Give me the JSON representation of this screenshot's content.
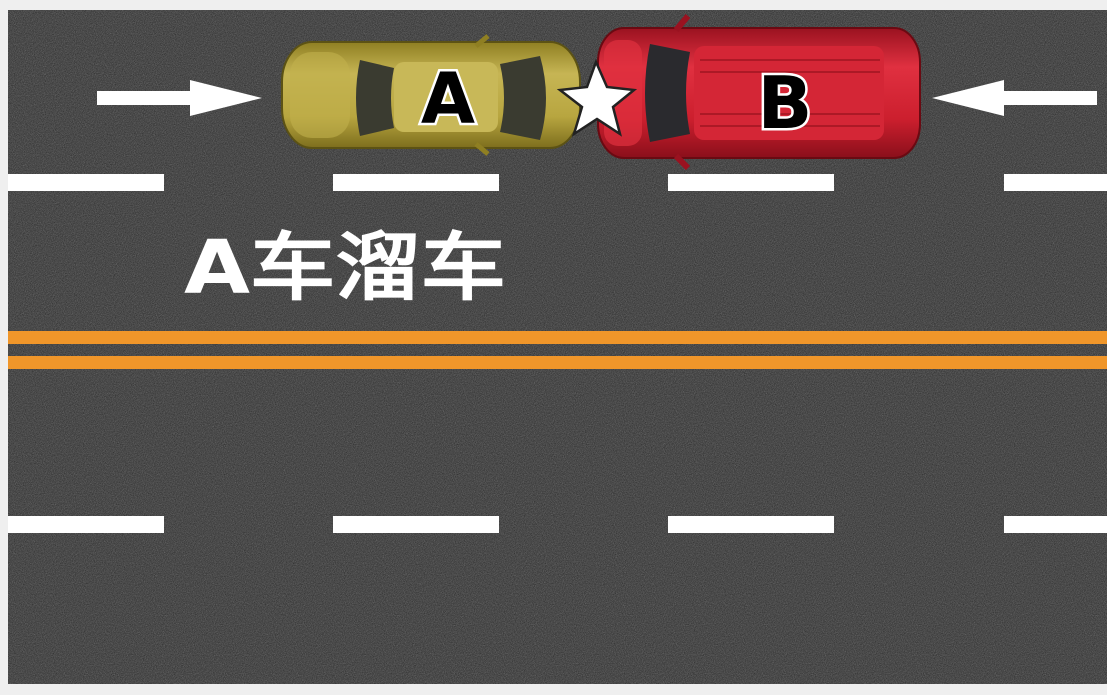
{
  "scene": {
    "caption": "A车溜车",
    "cars": [
      {
        "label": "A",
        "color": "#b4a33c"
      },
      {
        "label": "B",
        "color": "#cf1e2e"
      }
    ],
    "colors": {
      "asphalt": "#262626",
      "lane_marking": "#ffffff",
      "center_line": "#f0962a",
      "border": "#efefef",
      "impact_star": "#ffffff"
    },
    "icons": [
      "arrow-right-icon",
      "arrow-left-icon",
      "impact-star-icon"
    ]
  }
}
